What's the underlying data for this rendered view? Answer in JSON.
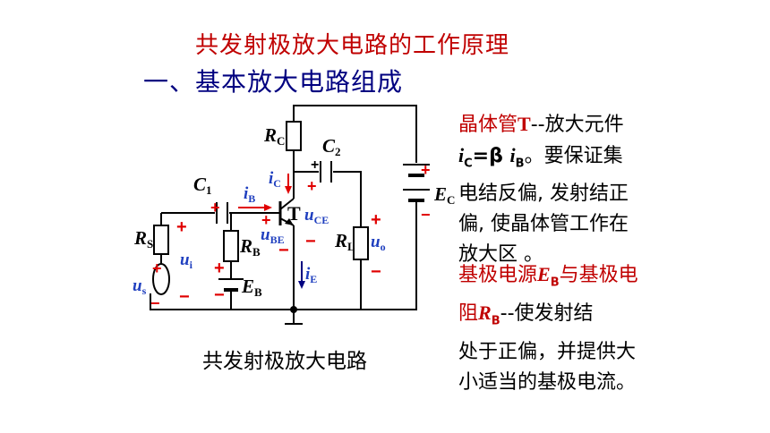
{
  "title": "共发射极放大电路的工作原理",
  "subtitle": "一、基本放大电路组成",
  "caption": "共发射极放大电路",
  "description": {
    "line1_red": "晶体管",
    "line1_symbol": "T",
    "line1_rest": "--放大元件",
    "line2_ic": "i",
    "line2_ic_sub": "C",
    "line2_mid": "=β ",
    "line2_ib": "i",
    "line2_ib_sub": "B",
    "line2_rest": "。要保证集",
    "line3": "电结反偏, 发射结正",
    "line4": "偏, 使晶体管工作在",
    "line5": "放大区 。",
    "p2_line1_a": "基极电源",
    "p2_eb": "E",
    "p2_eb_sub": "B",
    "p2_line1_b": "与基极电",
    "p2_line2_a": "阻",
    "p2_rb": "R",
    "p2_rb_sub": "B",
    "p2_line2_b": "--使发射结",
    "p2_line3": "处于正偏，并提供大",
    "p2_line4": "小适当的基极电流。"
  },
  "circuit": {
    "RC": {
      "main": "R",
      "sub": "C"
    },
    "C2": {
      "main": "C",
      "sub": "2"
    },
    "C1": {
      "main": "C",
      "sub": "1"
    },
    "EC": {
      "main": "E",
      "sub": "C"
    },
    "RS": {
      "main": "R",
      "sub": "S"
    },
    "RB": {
      "main": "R",
      "sub": "B"
    },
    "EB": {
      "main": "E",
      "sub": "B"
    },
    "RL": {
      "main": "R",
      "sub": "L"
    },
    "T": "T",
    "iC": {
      "main": "i",
      "sub": "C"
    },
    "iB": {
      "main": "i",
      "sub": "B"
    },
    "iE": {
      "main": "i",
      "sub": "E"
    },
    "uCE": {
      "main": "u",
      "sub": "CE"
    },
    "uBE": {
      "main": "u",
      "sub": "BE"
    },
    "ui": {
      "main": "u",
      "sub": "i"
    },
    "uo": {
      "main": "u",
      "sub": "o"
    },
    "us": {
      "main": "u",
      "sub": "s"
    },
    "plus": "+",
    "minus": "−"
  },
  "colors": {
    "title": "#c00000",
    "subtitle": "#000080",
    "label_blue": "#1f3fbf",
    "sign_red": "#e00000"
  }
}
